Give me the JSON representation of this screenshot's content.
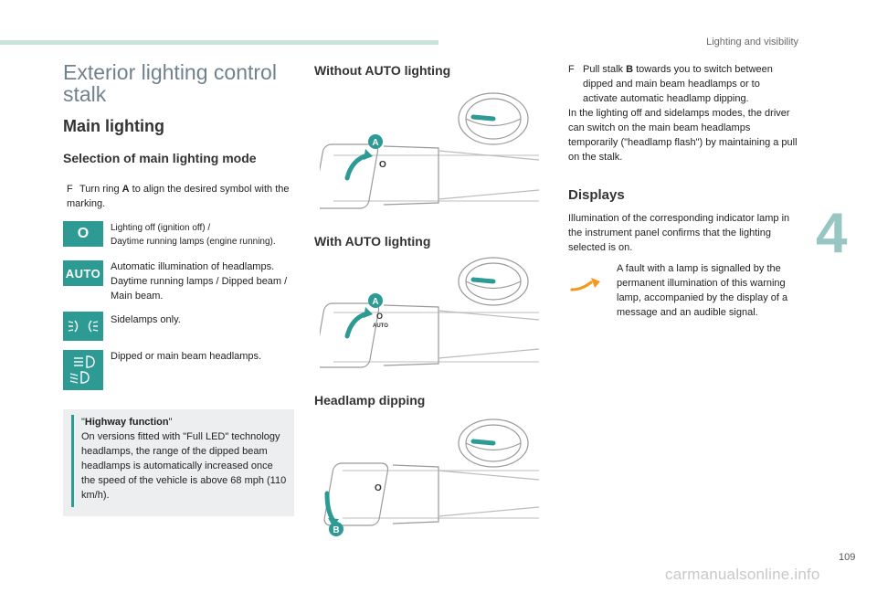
{
  "header": {
    "section": "Lighting and visibility",
    "chapter": "4",
    "page": "109"
  },
  "left": {
    "title": "Exterior lighting control stalk",
    "main_heading": "Main lighting",
    "sub_heading": "Selection of main lighting mode",
    "intro_arrow": "F",
    "intro_pre": "Turn ring ",
    "intro_key": "A",
    "intro_post": " to align the desired symbol with the marking.",
    "modes": [
      {
        "icon": "off-zero-icon",
        "glyph": "O",
        "text_line1": "Lighting off (ignition off) /",
        "text_line2": "Daytime running lamps (engine running)."
      },
      {
        "icon": "auto-icon",
        "glyph": "AUTO",
        "text": "Automatic illumination of headlamps. Daytime running lamps / Dipped beam / Main beam."
      },
      {
        "icon": "sidelamps-icon",
        "text": "Sidelamps only."
      },
      {
        "icon": "headlamps-icon",
        "text": "Dipped or main beam headlamps."
      }
    ],
    "note": {
      "title": "Highway function",
      "body": "On versions fitted with \"Full LED\" technology headlamps, the range of the dipped beam headlamps is automatically increased once the speed of the vehicle is above 68 mph (110 km/h)."
    }
  },
  "middle": {
    "h_without": "Without AUTO lighting",
    "h_with": "With AUTO lighting",
    "h_dipping": "Headlamp dipping",
    "label_a": "A",
    "label_b": "B",
    "stalk_zero": "O",
    "stalk_auto": "AUTO"
  },
  "right": {
    "bullet_arrow": "F",
    "bullet_pre": "Pull stalk ",
    "bullet_key": "B",
    "bullet_post": " towards you to switch between dipped and main beam headlamps or to activate automatic headlamp dipping.",
    "para": "In the lighting off and sidelamps modes, the driver can switch on the main beam headlamps temporarily (\"headlamp flash\") by maintaining a pull on the stalk.",
    "displays_heading": "Displays",
    "displays_text": "Illumination of the corresponding indicator lamp in the instrument panel confirms that the lighting selected is on.",
    "fault_text": "A fault with a lamp is signalled by the permanent illumination of this warning lamp, accompanied by the display of a message and an audible signal.",
    "warning_color": "#f39a1e"
  },
  "watermark": "carmanualsonline.info",
  "colors": {
    "accent": "#2d9a93",
    "title": "#70828e",
    "note_bg": "#eceeef"
  }
}
